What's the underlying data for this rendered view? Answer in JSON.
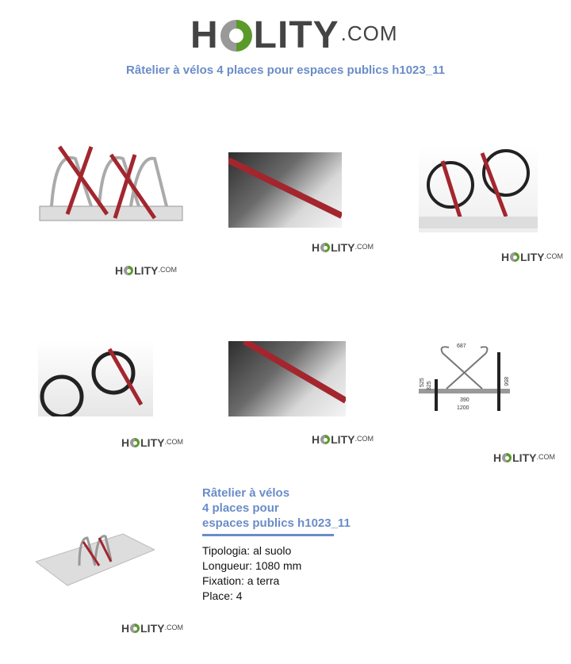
{
  "logo": {
    "part1": "H",
    "part2": "LITY",
    "suffix": ".COM"
  },
  "title": "Râtelier à vélos 4 places pour espaces publics h1023_11",
  "product": {
    "title_lines": [
      "Râtelier à vélos",
      "4 places pour",
      "espaces publics h1023_11"
    ],
    "specs": [
      "Tipologia: al suolo",
      "Longueur: 1080 mm",
      "Fixation: a terra",
      "Place: 4"
    ]
  },
  "drawing": {
    "dims": [
      "687",
      "856",
      "525",
      "325",
      "390",
      "1200"
    ]
  },
  "colors": {
    "accent": "#6a8cc8",
    "rack_red": "#a3262e",
    "logo_green": "#5a9a2a"
  }
}
